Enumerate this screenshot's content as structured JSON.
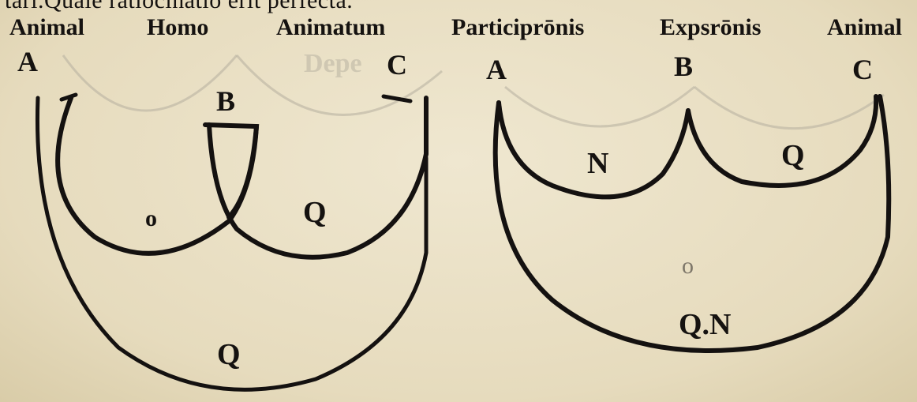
{
  "top_line": "tari.Quale ratiocinatio erit perfecta.",
  "left_diagram": {
    "terms": [
      "Animal",
      "Homo",
      "Animatum"
    ],
    "points": [
      "A",
      "B",
      "C"
    ],
    "regions": [
      "o",
      "Q",
      "Q"
    ]
  },
  "right_diagram": {
    "terms": [
      "Participrōnis",
      "Expsrōnis",
      "Animal"
    ],
    "points": [
      "A",
      "B",
      "C"
    ],
    "regions": [
      "N",
      "Q",
      "o",
      "Q.N"
    ]
  }
}
